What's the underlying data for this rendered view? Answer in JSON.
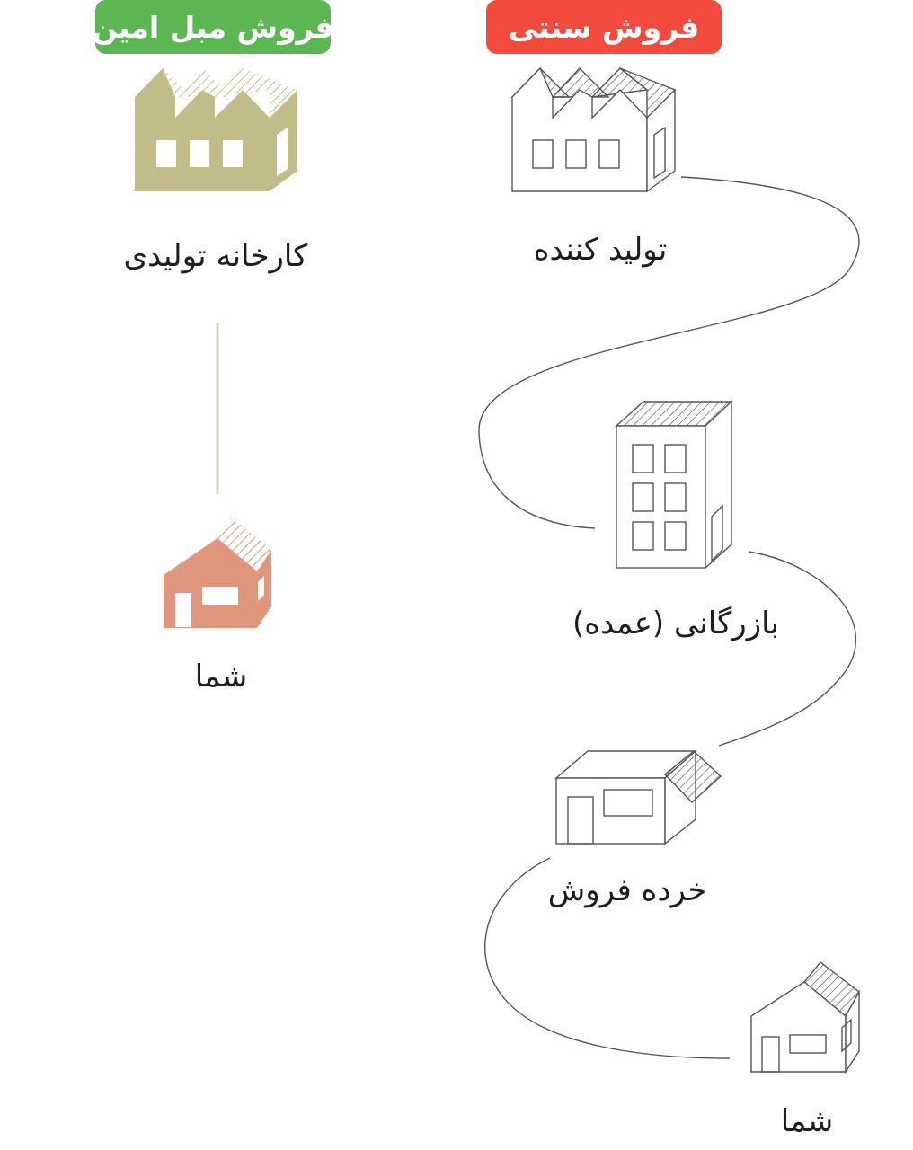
{
  "badges": {
    "direct": {
      "text": "فروش مبل امین",
      "color": "#5cb651"
    },
    "traditional": {
      "text": "فروش سنتی",
      "color": "#f24a3d"
    }
  },
  "direct_chain": {
    "line_color": "#d8d4a8",
    "steps": [
      {
        "icon": "factory-icon",
        "label": "کارخانه تولیدی",
        "color": "#c2bd88"
      },
      {
        "icon": "house-icon",
        "label": "شما",
        "color": "#df967b"
      }
    ]
  },
  "traditional_chain": {
    "stroke_color": "#555555",
    "steps": [
      {
        "icon": "factory-icon",
        "label": "تولید کننده"
      },
      {
        "icon": "office-building-icon",
        "label": "بازرگانی (عمده)"
      },
      {
        "icon": "shop-icon",
        "label": "خرده فروش"
      },
      {
        "icon": "house-icon",
        "label": "شما"
      }
    ]
  }
}
